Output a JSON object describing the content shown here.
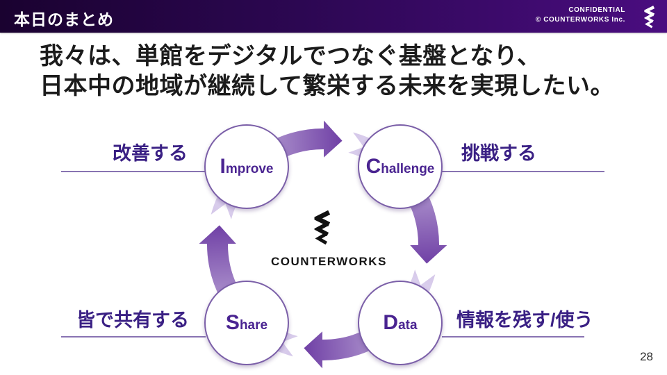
{
  "header": {
    "title": "本日のまとめ",
    "confidential_line1": "CONFIDENTIAL",
    "confidential_line2": "© COUNTERWORKS Inc."
  },
  "main_title": {
    "line1": "我々は、単館をデジタルでつなぐ基盤となり、",
    "line2": "日本中の地域が継続して繁栄する未来を実現したい。"
  },
  "diagram": {
    "type": "cycle",
    "direction": "clockwise",
    "center_logo_text": "COUNTERWORKS",
    "nodes": [
      {
        "id": "improve",
        "initial": "I",
        "rest": "mprove",
        "label": "改善する",
        "position": "top-left"
      },
      {
        "id": "challenge",
        "initial": "C",
        "rest": "hallenge",
        "label": "挑戦する",
        "position": "top-right"
      },
      {
        "id": "data",
        "initial": "D",
        "rest": "ata",
        "label": "情報を残す/使う",
        "position": "bottom-right"
      },
      {
        "id": "share",
        "initial": "S",
        "rest": "hare",
        "label": "皆で共有する",
        "position": "bottom-left"
      }
    ]
  },
  "footer": {
    "page_number": "28"
  },
  "colors": {
    "header_grad_start": "#1a0230",
    "header_grad_end": "#4a0d80",
    "accent_purple": "#4a2491",
    "label_purple": "#3a2084",
    "line_purple": "#8873b2",
    "circle_border": "#7b5fa8",
    "arrow_dark": "#6f3fa5",
    "arrow_light": "#b39bd1",
    "band_light": "#d3c5e8"
  }
}
